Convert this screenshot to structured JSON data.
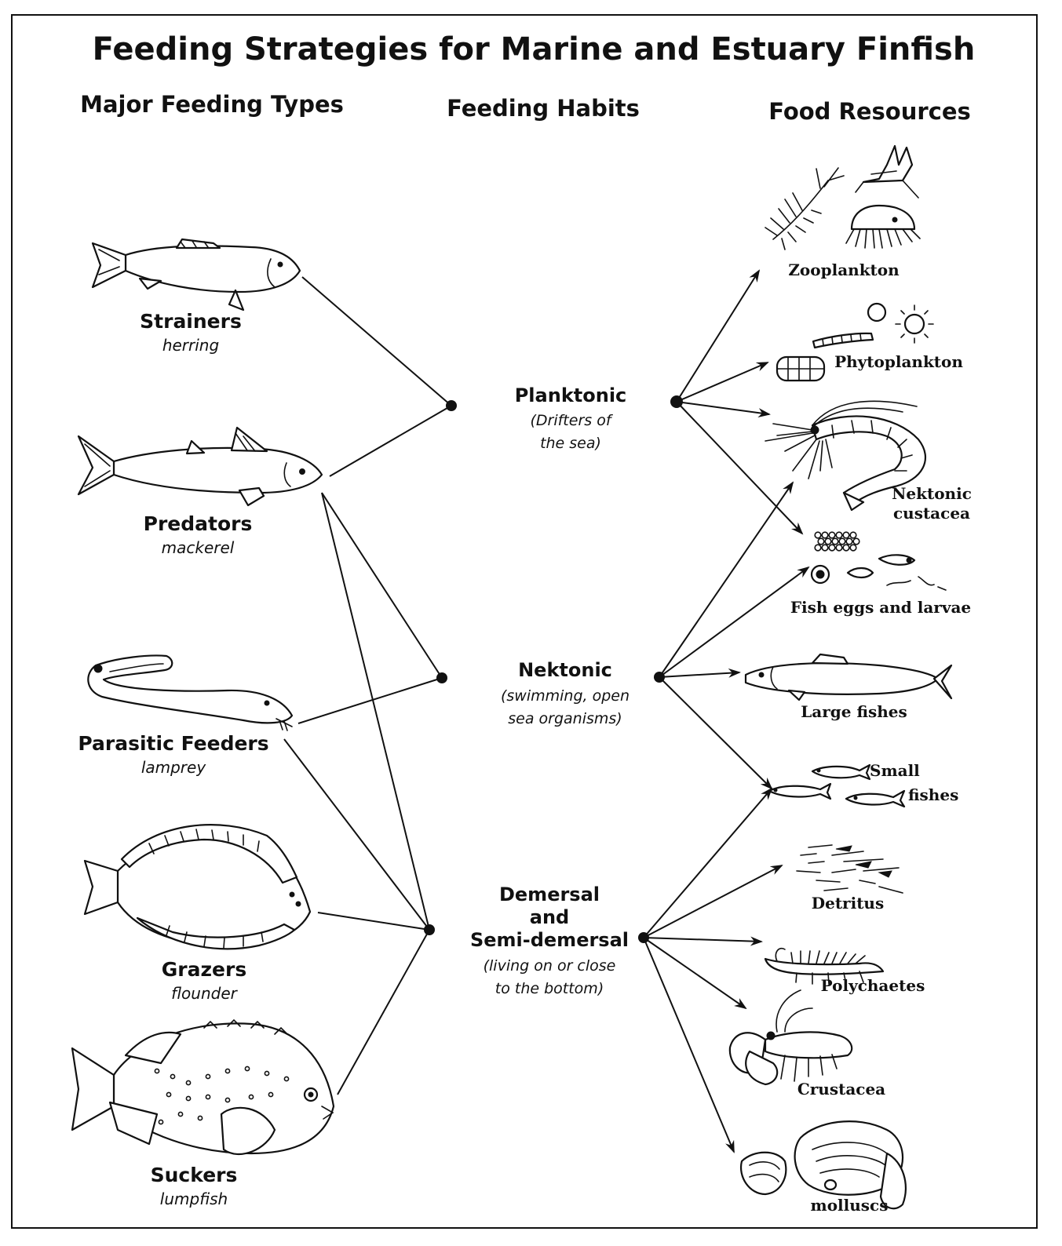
{
  "title": "Feeding Strategies for Marine and Estuary Finfish",
  "columns": {
    "types": "Major Feeding Types",
    "habits": "Feeding Habits",
    "resources": "Food Resources"
  },
  "feeding_types": [
    {
      "id": "strainers",
      "name": "Strainers",
      "example": "herring",
      "icon": "herring-icon"
    },
    {
      "id": "predators",
      "name": "Predators",
      "example": "mackerel",
      "icon": "mackerel-icon"
    },
    {
      "id": "parasitic",
      "name": "Parasitic Feeders",
      "example": "lamprey",
      "icon": "lamprey-icon"
    },
    {
      "id": "grazers",
      "name": "Grazers",
      "example": "flounder",
      "icon": "flounder-icon"
    },
    {
      "id": "suckers",
      "name": "Suckers",
      "example": "lumpfish",
      "icon": "lumpfish-icon"
    }
  ],
  "feeding_habits": [
    {
      "id": "planktonic",
      "name_lines": [
        "Planktonic"
      ],
      "desc_lines": [
        "(Drifters of",
        "the sea)"
      ]
    },
    {
      "id": "nektonic",
      "name_lines": [
        "Nektonic"
      ],
      "desc_lines": [
        "(swimming, open",
        "sea organisms)"
      ]
    },
    {
      "id": "demersal",
      "name_lines": [
        "Demersal",
        "and",
        "Semi-demersal"
      ],
      "desc_lines": [
        "(living on or close",
        "to the bottom)"
      ]
    }
  ],
  "food_resources": [
    {
      "id": "zooplankton",
      "label_lines": [
        "Zooplankton"
      ],
      "icon": "zooplankton-icon"
    },
    {
      "id": "phytoplankton",
      "label_lines": [
        "Phytoplankton"
      ],
      "icon": "phytoplankton-icon"
    },
    {
      "id": "nektonic-crustacea",
      "label_lines": [
        "Nektonic",
        "custacea"
      ],
      "icon": "shrimp-icon"
    },
    {
      "id": "fish-eggs-larvae",
      "label_lines": [
        "Fish eggs and larvae"
      ],
      "icon": "fish-eggs-icon"
    },
    {
      "id": "large-fishes",
      "label_lines": [
        "Large fishes"
      ],
      "icon": "large-fish-icon"
    },
    {
      "id": "small-fishes",
      "label_lines": [
        "Small",
        "fishes"
      ],
      "icon": "small-fishes-icon"
    },
    {
      "id": "detritus",
      "label_lines": [
        "Detritus"
      ],
      "icon": "detritus-icon"
    },
    {
      "id": "polychaetes",
      "label_lines": [
        "Polychaetes"
      ],
      "icon": "polychaete-icon"
    },
    {
      "id": "crustacea",
      "label_lines": [
        "Crustacea"
      ],
      "icon": "lobster-icon"
    },
    {
      "id": "molluscs",
      "label_lines": [
        "molluscs"
      ],
      "icon": "mussel-icon"
    }
  ],
  "type_to_habit": [
    {
      "from": "strainers",
      "to": "planktonic"
    },
    {
      "from": "predators",
      "to": "planktonic"
    },
    {
      "from": "predators",
      "to": "nektonic"
    },
    {
      "from": "predators",
      "to": "demersal"
    },
    {
      "from": "parasitic",
      "to": "nektonic"
    },
    {
      "from": "parasitic",
      "to": "demersal"
    },
    {
      "from": "grazers",
      "to": "demersal"
    },
    {
      "from": "suckers",
      "to": "demersal"
    }
  ],
  "habit_to_resource": [
    {
      "from": "planktonic",
      "to": "zooplankton"
    },
    {
      "from": "planktonic",
      "to": "phytoplankton"
    },
    {
      "from": "planktonic",
      "to": "nektonic-crustacea"
    },
    {
      "from": "planktonic",
      "to": "fish-eggs-larvae"
    },
    {
      "from": "nektonic",
      "to": "nektonic-crustacea"
    },
    {
      "from": "nektonic",
      "to": "fish-eggs-larvae"
    },
    {
      "from": "nektonic",
      "to": "large-fishes"
    },
    {
      "from": "nektonic",
      "to": "small-fishes"
    },
    {
      "from": "demersal",
      "to": "small-fishes"
    },
    {
      "from": "demersal",
      "to": "detritus"
    },
    {
      "from": "demersal",
      "to": "polychaetes"
    },
    {
      "from": "demersal",
      "to": "crustacea"
    },
    {
      "from": "demersal",
      "to": "molluscs"
    }
  ]
}
